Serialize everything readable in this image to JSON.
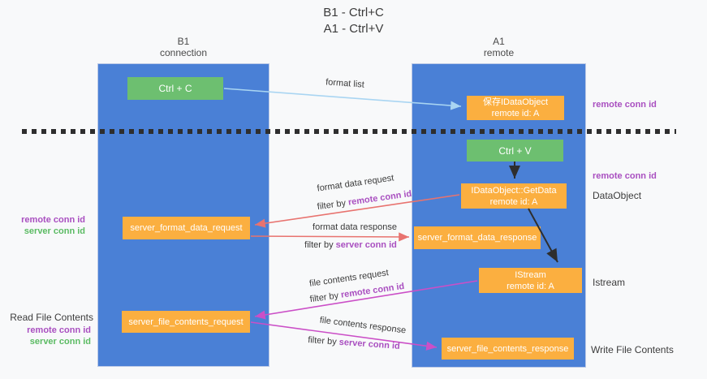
{
  "title": {
    "line1": "B1 - Ctrl+C",
    "line2": "A1 - Ctrl+V"
  },
  "columns": {
    "left": {
      "name": "B1",
      "subtitle": "connection"
    },
    "right": {
      "name": "A1",
      "subtitle": "remote"
    }
  },
  "nodes": {
    "ctrl_c": "Ctrl + C",
    "ctrl_v": "Ctrl + V",
    "save_dataobject": {
      "line1": "保存IDataObject",
      "line2": "remote id: A"
    },
    "getdata": {
      "line1": "IDataObject::GetData",
      "line2": "remote id: A"
    },
    "istream": {
      "line1": "IStream",
      "line2": "remote id: A"
    },
    "server_format_data_request": "server_format_data_request",
    "server_format_data_response": "server_format_data_response",
    "server_file_contents_request": "server_file_contents_request",
    "server_file_contents_response": "server_file_contents_response"
  },
  "side_labels": {
    "remote_conn_id": "remote conn id",
    "server_conn_id": "server conn id",
    "dataobject": "DataObject",
    "istream": "Istream",
    "read_file_contents": "Read File Contents",
    "write_file_contents": "Write File Contents"
  },
  "arrow_labels": {
    "format_list": "format list",
    "format_data_request": "format data request",
    "format_data_response": "format data response",
    "file_contents_request": "file contents request",
    "file_contents_response": "file contents response",
    "filter_by": "filter by "
  },
  "colors": {
    "panel_blue": "#4a80d6",
    "node_orange": "#fbaf40",
    "node_green": "#6dbf70",
    "arrow_light_blue": "#a9d5f2",
    "arrow_salmon": "#e8736f",
    "arrow_magenta": "#cb4fc7",
    "arrow_black": "#2e2e2e",
    "text_purple": "#a94fc0",
    "text_green": "#5bbb63",
    "background": "#f8f9fa"
  }
}
